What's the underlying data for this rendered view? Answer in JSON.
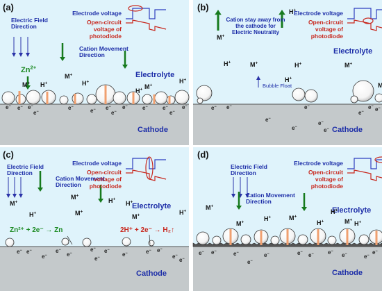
{
  "colors": {
    "electrolyte": "#dff3fb",
    "cathode": "#c4c9cb",
    "arrow_blue": "#2a33a8",
    "arrow_green": "#167a1d",
    "text_blue": "#1d2ea8",
    "text_red": "#c8281e",
    "text_green": "#1b8a22",
    "trace_blue": "#2f3fbf",
    "trace_red": "#c8281e",
    "pillar": "#f0a070"
  },
  "panels": [
    {
      "label": "(a)",
      "field_label": [
        "Electric Field",
        "Direction"
      ],
      "cation_label": [
        "Cation Movement",
        "Direction"
      ],
      "electrolyte_label": "Electrolyte",
      "cathode_label": "Cathode",
      "legend_blue": "Electrode voltage",
      "legend_red": [
        "Open-circuit",
        "voltage of",
        "photodiode"
      ],
      "ion_zn": "Zn",
      "ion_zn_sup": "2+",
      "ion_m": "M",
      "ion_h": "H",
      "ion_sup": "+",
      "electron": "e",
      "electron_sup": "−"
    },
    {
      "label": "(b)",
      "cation_stay": [
        "Cation stay away from",
        "the cathode for",
        "Electric Neutrality"
      ],
      "bubble_float": "Bubble Float",
      "electrolyte_label": "Electrolyte",
      "cathode_label": "Cathode",
      "legend_blue": "Electrode voltage",
      "legend_red": [
        "Open-circuit",
        "voltage of",
        "photodiode"
      ]
    },
    {
      "label": "(c)",
      "field_label": [
        "Electric Field",
        "Direction"
      ],
      "cation_label": [
        "Cation Movement",
        "Direction"
      ],
      "electrolyte_label": "Electrolyte",
      "cathode_label": "Cathode",
      "legend_blue": "Electrode voltage",
      "legend_red": [
        "Open-circuit",
        "voltage of",
        "photodiode"
      ],
      "reaction_zn": "Zn²⁺ + 2e⁻ → Zn",
      "reaction_h": "2H⁺ + 2e⁻ → H₂↑"
    },
    {
      "label": "(d)",
      "field_label": [
        "Electric Field",
        "Direction"
      ],
      "cation_label": [
        "Cation Movement",
        "Direction"
      ],
      "electrolyte_label": "Electrolyte",
      "cathode_label": "Cathode",
      "legend_blue": "Electrode voltage",
      "legend_red": [
        "Open-circuit",
        "voltage of",
        "photodiode"
      ]
    }
  ]
}
